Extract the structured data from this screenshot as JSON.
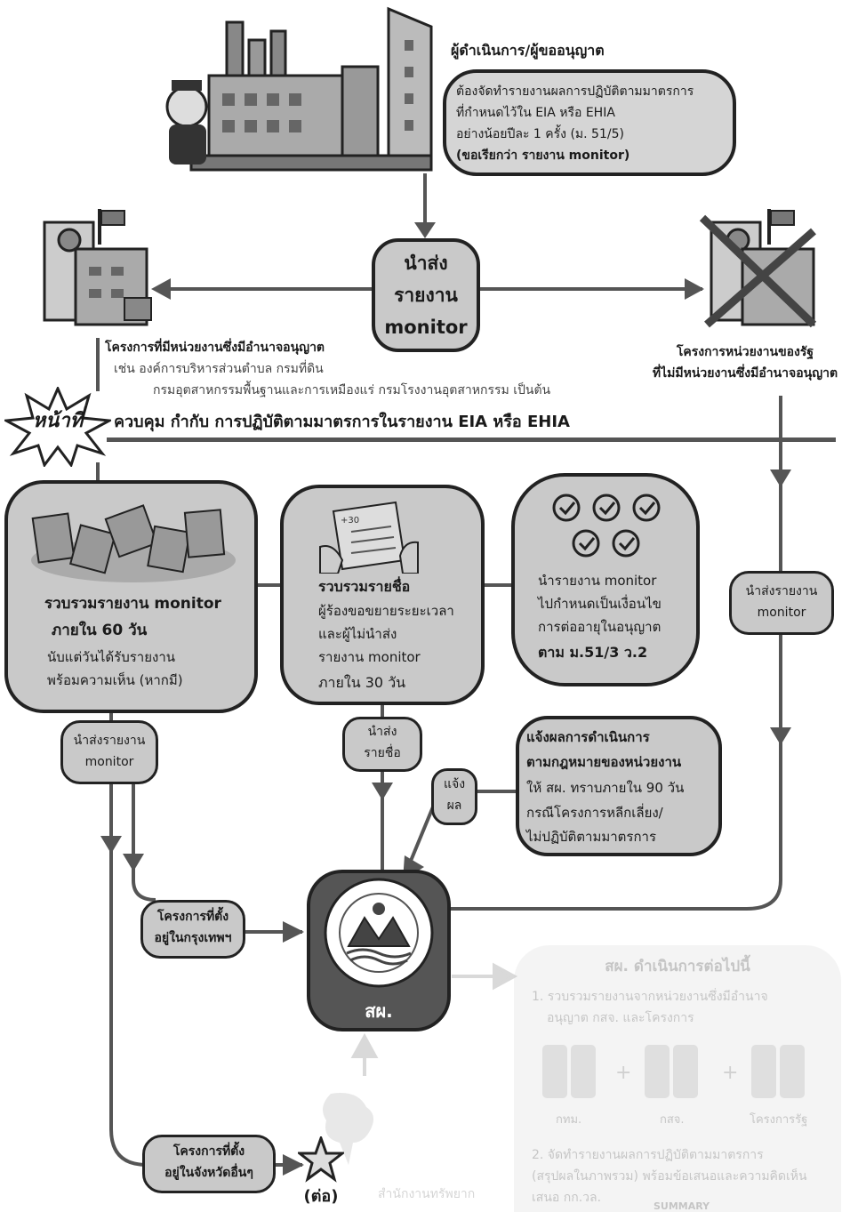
{
  "operator": {
    "title": "ผู้ดำเนินการ/ผู้ขออนุญาต",
    "lines": [
      "ต้องจัดทำรายงานผลการปฏิบัติตามมาตรการ",
      "ที่กำหนดไว้ใน EIA หรือ EHIA",
      "อย่างน้อยปีละ 1 ครั้ง (ม. 51/5)",
      "(ขอเรียกว่า รายงาน monitor)"
    ]
  },
  "submit_center": {
    "lines": [
      "นำส่ง",
      "รายงาน",
      "monitor"
    ]
  },
  "left_agency": {
    "title": "โครงการที่มีหน่วยงานซึ่งมีอำนาจอนุญาต",
    "lines": [
      "เช่น องค์การบริหารส่วนตำบล กรมที่ดิน",
      "กรมอุตสาหกรรมพื้นฐานและการเหมืองแร่ กรมโรงงานอุตสาหกรรม เป็นต้น"
    ]
  },
  "right_agency": {
    "lines": [
      "โครงการหน่วยงานของรัฐ",
      "ที่ไม่มีหน่วยงานซึ่งมีอำนาจอนุญาต"
    ]
  },
  "duty": {
    "badge": "หน้าที่",
    "text": "ควบคุม กำกับ การปฏิบัติตามมาตรการในรายงาน EIA หรือ EHIA"
  },
  "box1": {
    "lines": [
      "รวบรวมรายงาน monitor",
      "ภายใน 60 วัน",
      "นับแต่วันได้รับรายงาน",
      "พร้อมความเห็น (หากมี)"
    ]
  },
  "box2": {
    "lines": [
      "รวบรวมรายชื่อ",
      "ผู้ร้องขอขยายระยะเวลา",
      "และผู้ไม่นำส่ง",
      "รายงาน monitor",
      "ภายใน 30 วัน"
    ]
  },
  "box3": {
    "lines": [
      "นำรายงาน monitor",
      "ไปกำหนดเป็นเงื่อนไข",
      "การต่ออายุในอนุญาต",
      "ตาม ม.51/3 ว.2"
    ]
  },
  "box4": {
    "lines": [
      "แจ้งผลการดำเนินการ",
      "ตามกฎหมายของหน่วยงาน",
      "ให้ สผ. ทราบภายใน 90 วัน",
      "กรณีโครงการหลีกเลี่ยง/",
      "ไม่ปฏิบัติตามมาตรการ"
    ]
  },
  "small": {
    "right_submit": [
      "นำส่งรายงาน",
      "monitor"
    ],
    "left_submit": [
      "นำส่งรายงาน",
      "monitor"
    ],
    "names_submit": [
      "นำส่ง",
      "รายชื่อ"
    ],
    "notify": [
      "แจ้ง",
      "ผล"
    ],
    "bangkok": [
      "โครงการที่ตั้ง",
      "อยู่ในกรุงเทพฯ"
    ],
    "province": [
      "โครงการที่ตั้ง",
      "อยู่ในจังหวัดอื่นๆ"
    ]
  },
  "onep": {
    "label": "สผ."
  },
  "cont": {
    "label": "(ต่อ)",
    "office": "สำนักงานทรัพยาก"
  },
  "next_panel": {
    "title": "สผ. ดำเนินการต่อไปนี้",
    "step1": [
      "1. รวบรวมรายงานจากหน่วยงานซึ่งมีอำนาจ",
      "อนุญาต กสจ. และโครงการ"
    ],
    "labels": [
      "กทม.",
      "กสจ.",
      "โครงการรัฐ"
    ],
    "step2": [
      "2. จัดทำรายงานผลการปฏิบัติตามมาตรการ",
      "(สรุปผลในภาพรวม) พร้อมข้อเสนอและความคิดเห็น",
      "เสนอ กก.วล."
    ],
    "summary": "SUMMARY"
  },
  "colors": {
    "box": "#c9c9c9",
    "line": "#222222",
    "arrow": "#555555"
  }
}
